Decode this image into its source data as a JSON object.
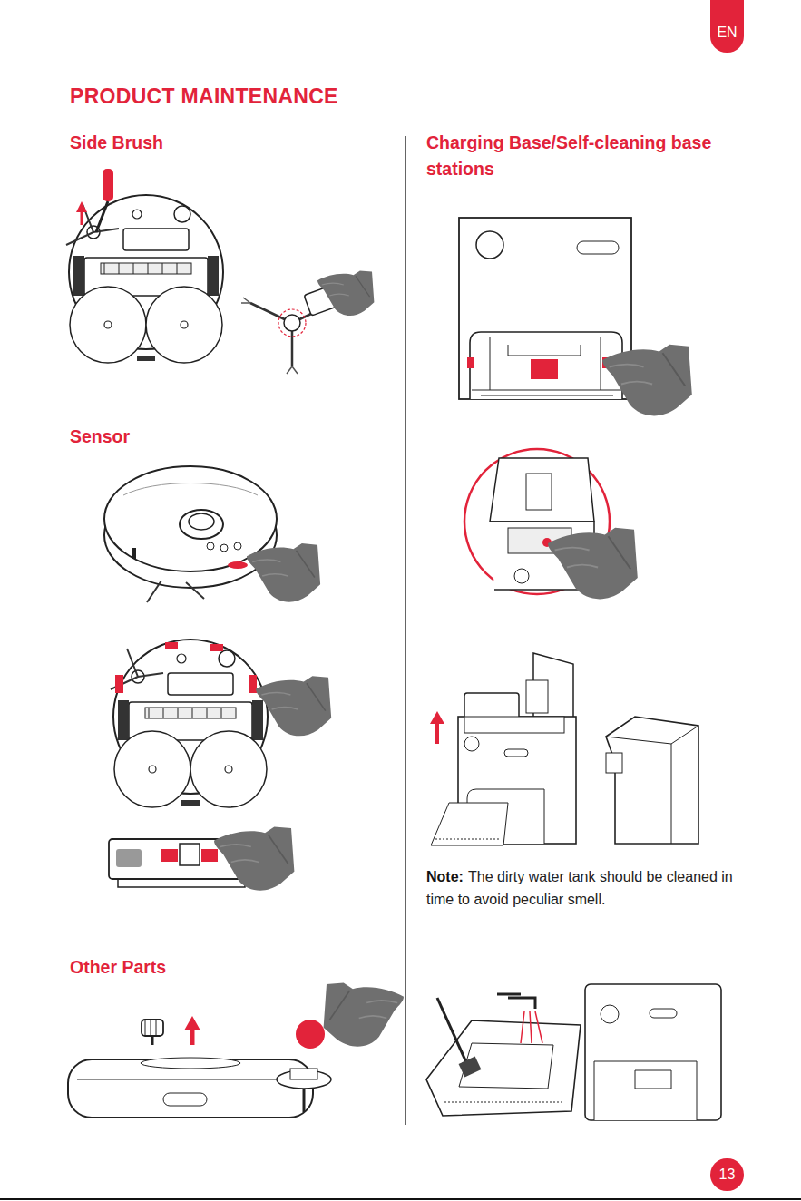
{
  "diagram": {
    "title": "PRODUCT MAINTENANCE",
    "nodes": [
      {
        "text": [
          "EN"
        ]
      },
      {
        "text": [
          "13"
        ]
      }
    ],
    "labels": [
      "Side Brush",
      "Charging Base/Self-cleaning base stations",
      "Sensor",
      "Note:",
      "The dirty water tank should be cleaned in time to avoid peculiar smell.",
      "Other Parts"
    ]
  }
}
